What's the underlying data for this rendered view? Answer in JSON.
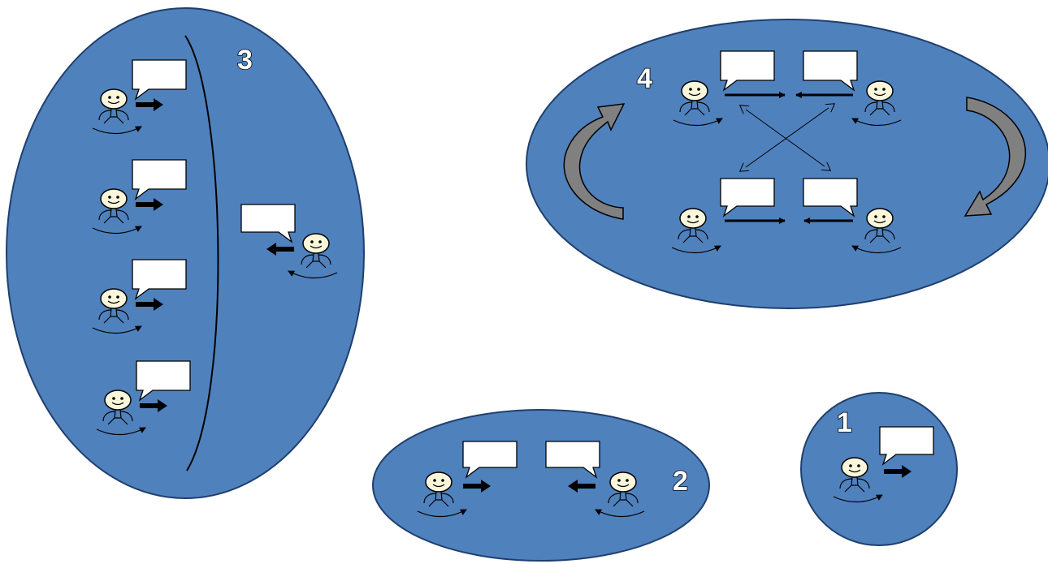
{
  "colors": {
    "ellipse_fill": "#4F81BD",
    "ellipse_stroke": "#1F3F6E",
    "face_fill": "#FAF6DC",
    "bubble_fill": "#FFFFFF",
    "curved_arrow_fill": "#808080",
    "ink": "#000000"
  },
  "labels": {
    "group1": "1",
    "group2": "2",
    "group3": "3",
    "group4": "4"
  },
  "icons": {
    "person": "stick-figure-icon",
    "speech": "speech-bubble-icon",
    "arrow": "arrow-icon",
    "cycle": "curved-arrow-icon"
  }
}
